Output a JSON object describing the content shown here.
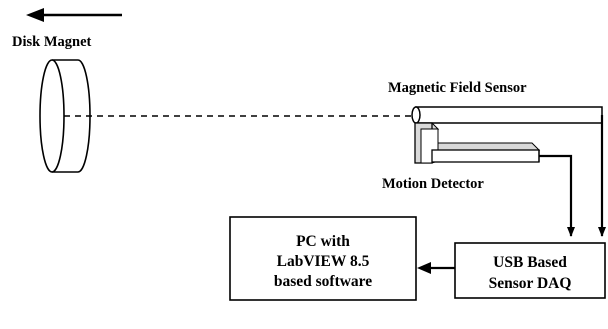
{
  "labels": {
    "disk_magnet": "Disk Magnet",
    "magnetic_field_sensor": "Magnetic Field Sensor",
    "motion_detector": "Motion Detector"
  },
  "pc_box": {
    "line1": "PC with",
    "line2": "LabVIEW 8.5",
    "line3": "based software"
  },
  "daq_box": {
    "line1": "USB Based",
    "line2": "Sensor DAQ"
  }
}
